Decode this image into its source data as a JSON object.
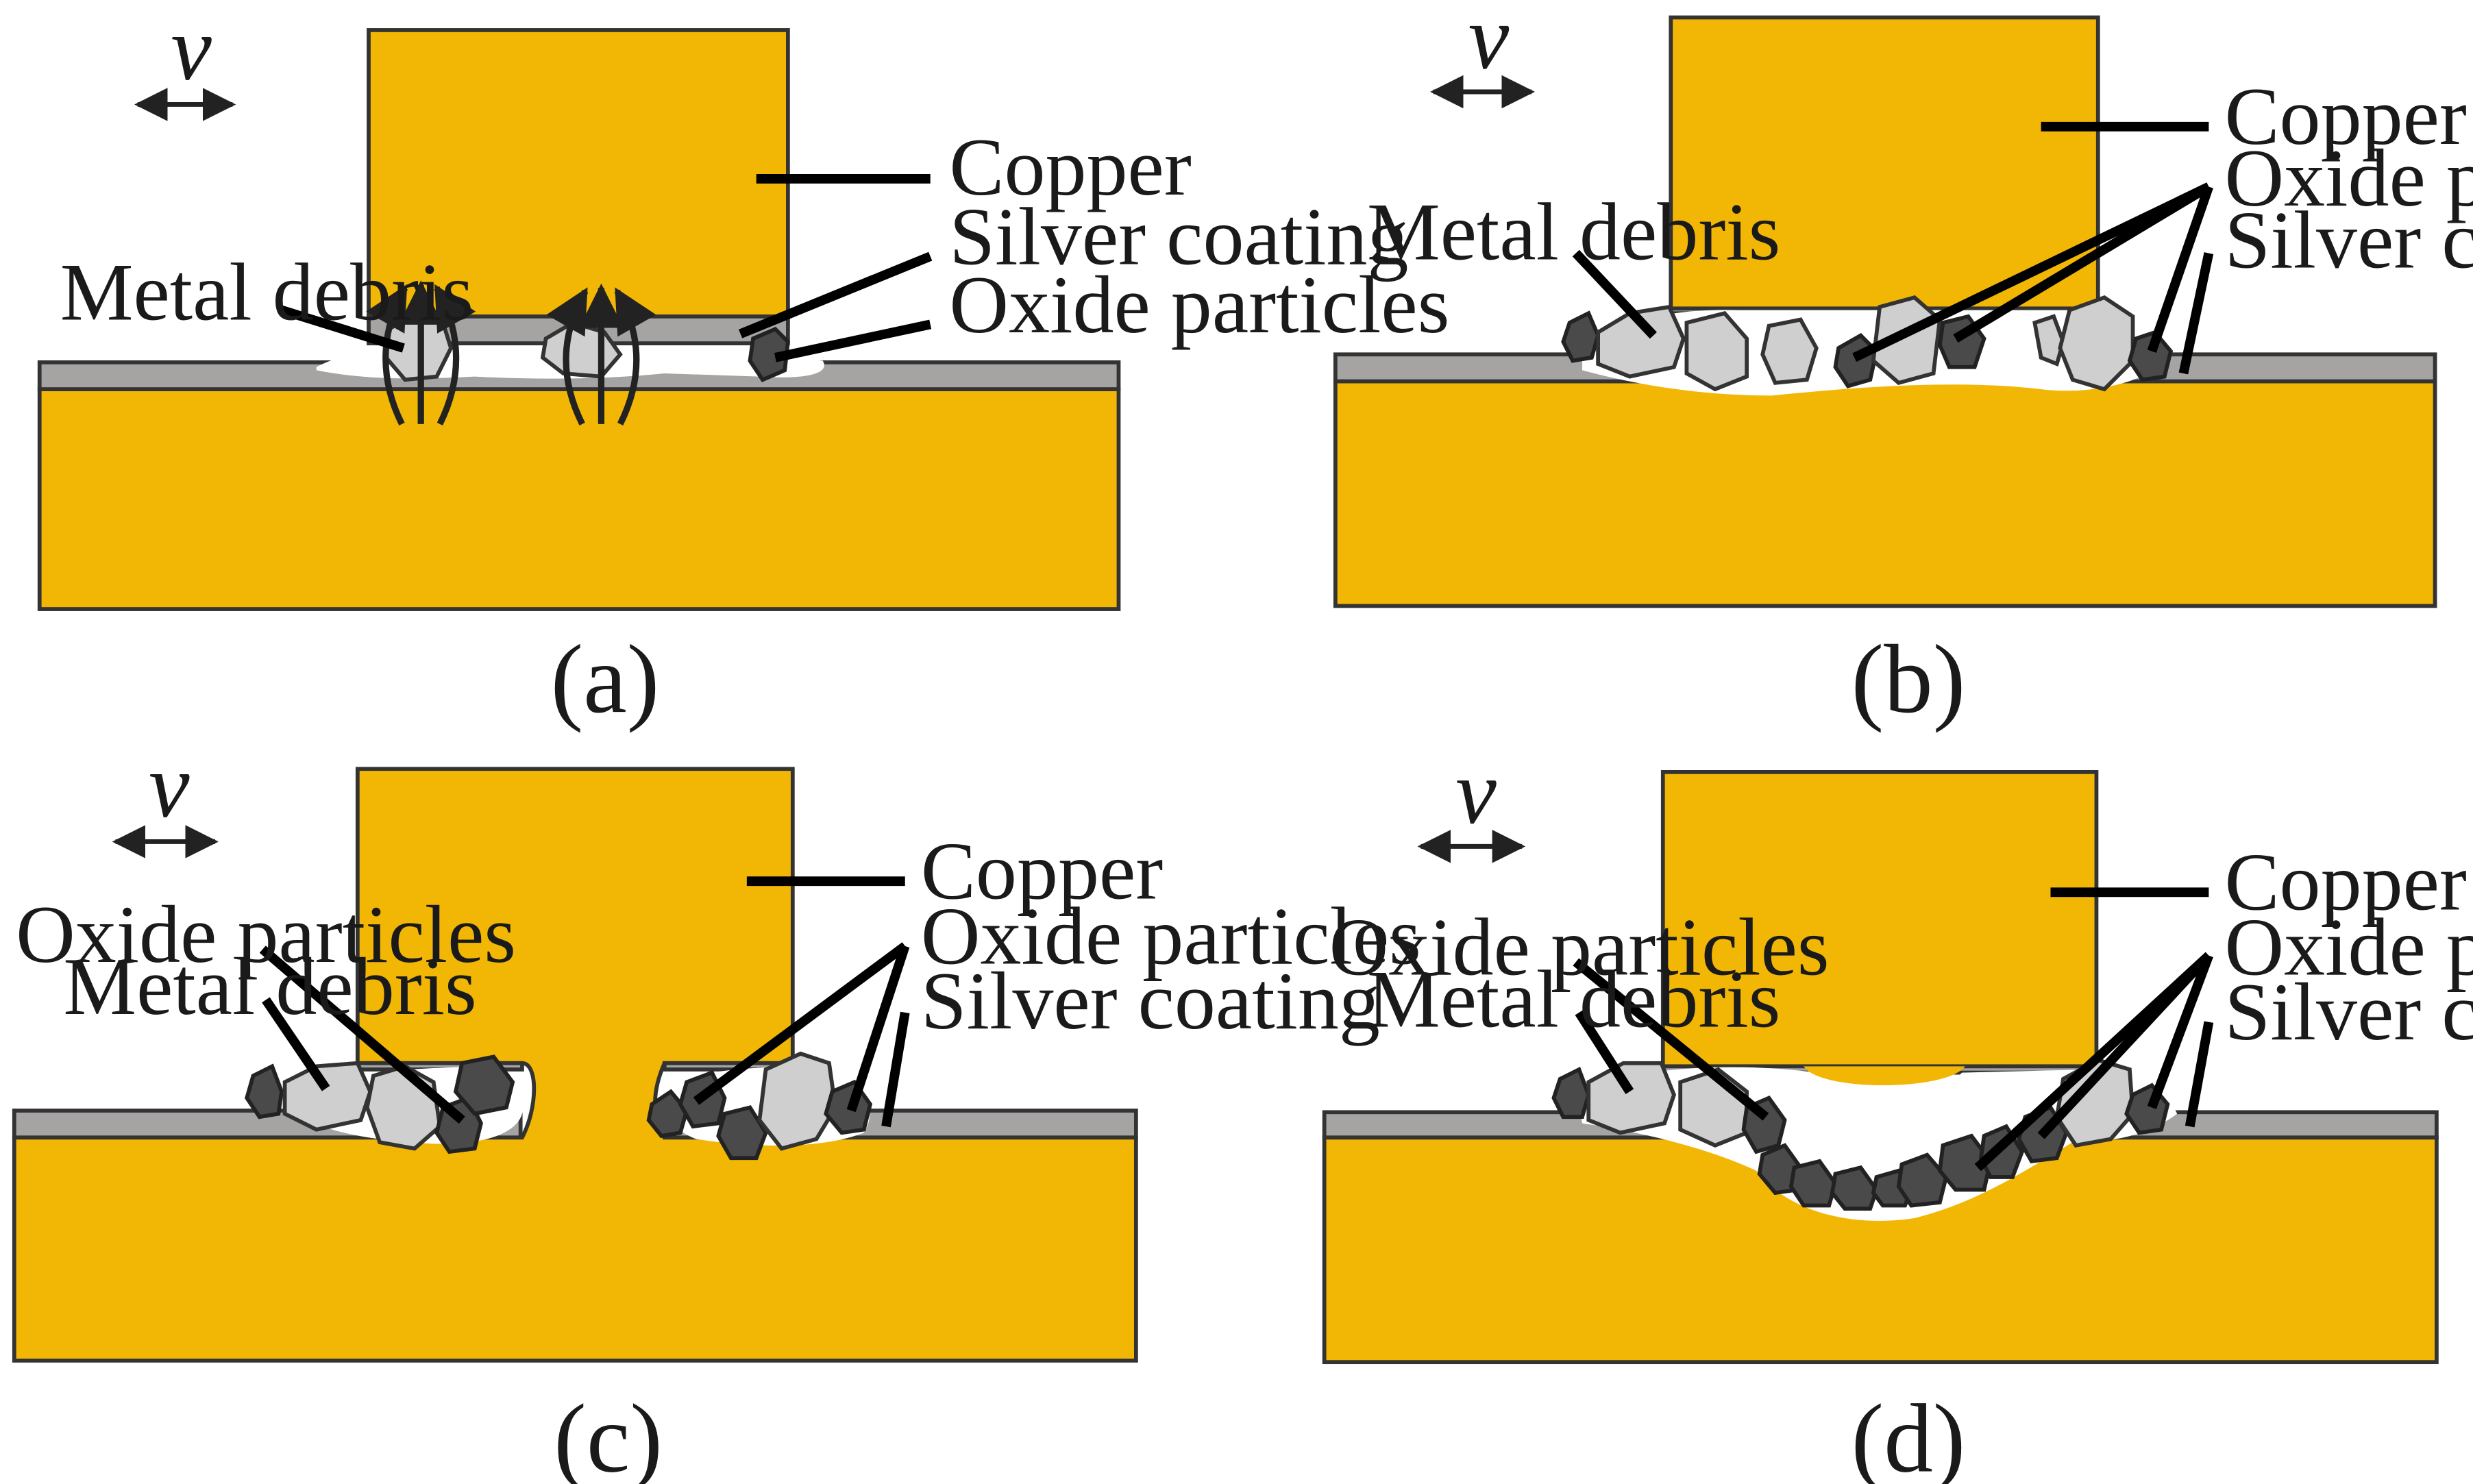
{
  "panels": [
    {
      "id": "a",
      "caption": "(a)",
      "velocity": "v",
      "labels": [
        "Copper",
        "Silver coating",
        "Oxide particles",
        "Metal debris"
      ]
    },
    {
      "id": "b",
      "caption": "(b)",
      "velocity": "v",
      "labels": [
        "Copper",
        "Oxide particles",
        "Silver coating",
        "Metal debris"
      ]
    },
    {
      "id": "c",
      "caption": "(c)",
      "velocity": "v",
      "labels": [
        "Copper",
        "Oxide particles",
        "Silver coating",
        "Oxide particles",
        "Metal debris"
      ]
    },
    {
      "id": "d",
      "caption": "(d)",
      "velocity": "v",
      "labels": [
        "Copper",
        "Oxide particles",
        "Silver coating",
        "Oxide particles",
        "Metal debris"
      ]
    }
  ],
  "colors": {
    "copper": "#F2B705",
    "silver_coating": "#A6A3A3",
    "metal_debris": "#CFCFCF",
    "oxide_particles": "#4A4A4A"
  }
}
